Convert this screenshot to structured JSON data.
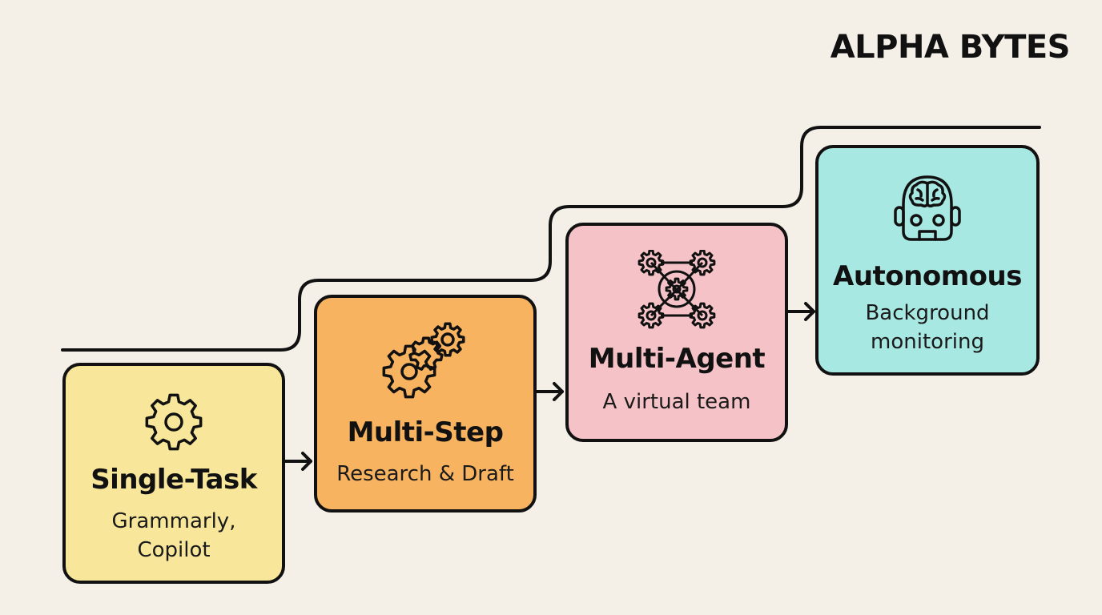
{
  "brand": "ALPHA BYTES",
  "cards": [
    {
      "title": "Single-Task",
      "subtitle_lines": [
        "Grammarly,",
        "Copilot"
      ],
      "color": "#f8e79a",
      "icon": "gear-icon"
    },
    {
      "title": "Multi-Step",
      "subtitle_lines": [
        "Research & Draft"
      ],
      "color": "#f7b35f",
      "icon": "gears-chain-icon"
    },
    {
      "title": "Multi-Agent",
      "subtitle_lines": [
        "A virtual team"
      ],
      "color": "#f5c3c7",
      "icon": "gear-network-icon"
    },
    {
      "title": "Autonomous",
      "subtitle_lines": [
        "Background",
        "monitoring"
      ],
      "color": "#a8e8e2",
      "icon": "robot-brain-icon"
    }
  ],
  "colors": {
    "background": "#f4f0e8",
    "outline": "#111111"
  }
}
